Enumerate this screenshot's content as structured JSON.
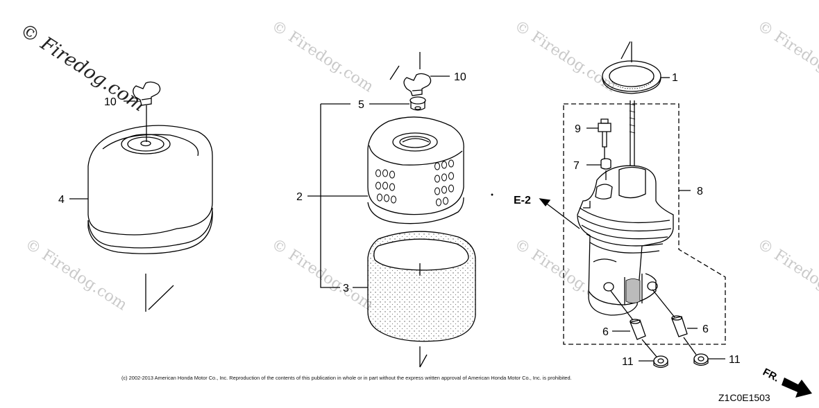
{
  "watermark": "© Firedog.com",
  "callouts": {
    "c1": "1",
    "c2": "2",
    "c3": "3",
    "c4": "4",
    "c5": "5",
    "c6a": "6",
    "c6b": "6",
    "c7": "7",
    "c8": "8",
    "c9": "9",
    "c10a": "10",
    "c10b": "10",
    "c11a": "11",
    "c11b": "11"
  },
  "ref_label": "E-2",
  "front_label": "FR.",
  "copyright": "(c) 2002-2013 American Honda Motor Co., Inc. Reproduction of the contents of this publication in whole or in part without the express written approval of American Honda Motor Co., Inc. is prohibited.",
  "diagram_code": "Z1C0E1503"
}
